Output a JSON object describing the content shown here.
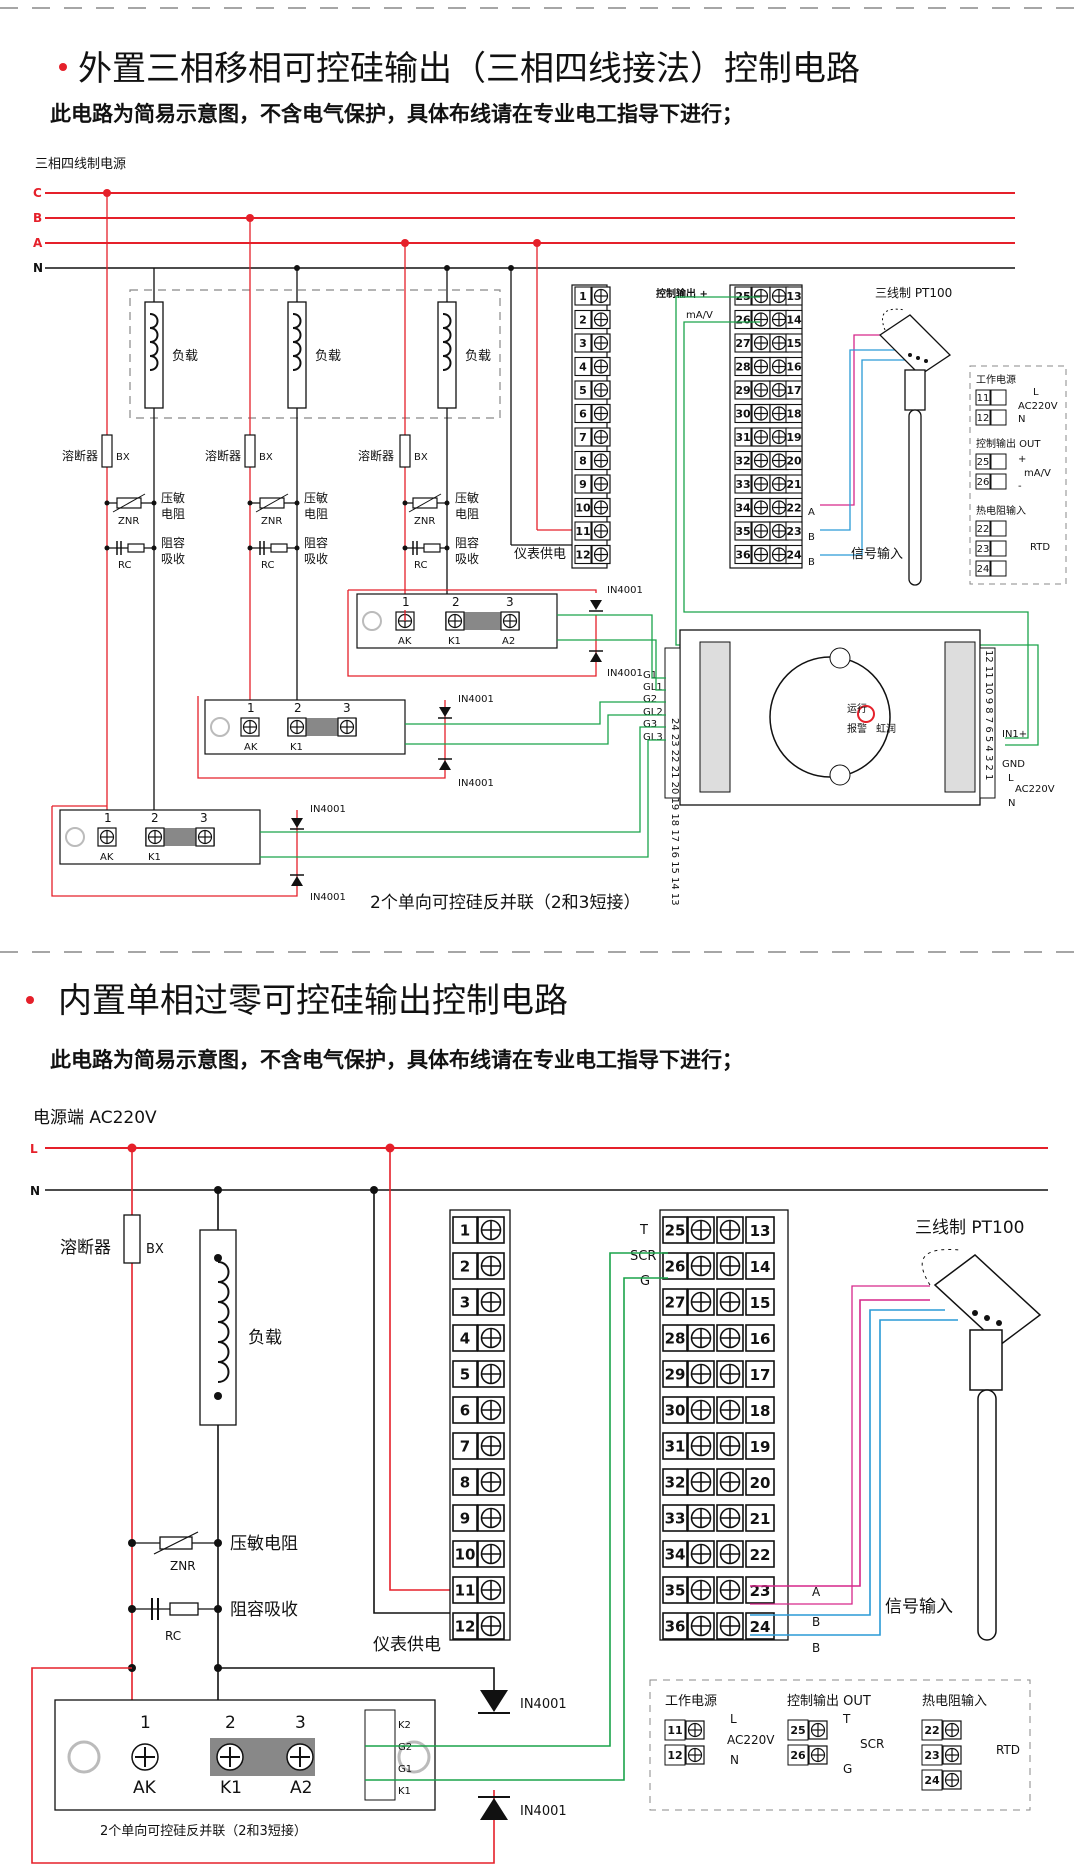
{
  "colors": {
    "red": "#e5202a",
    "green": "#1aa34a",
    "magenta": "#d6278a",
    "blue": "#2a9ad6",
    "dark": "#111111",
    "dash": "#888888"
  },
  "section1": {
    "title": "外置三相移相可控硅输出（三相四线接法）控制电路",
    "subtitle": "此电路为简易示意图，不含电气保护，具体布线请在专业电工指导下进行；",
    "source_label": "三相四线制电源",
    "phases": [
      "C",
      "B",
      "A",
      "N"
    ],
    "load": "负载",
    "fuse": "溶断器",
    "bx": "BX",
    "znr": "ZNR",
    "varistor": [
      "压敏",
      "电阻"
    ],
    "rc": "RC",
    "rc_absorb": [
      "阻容",
      "吸收"
    ],
    "diode": "IN4001",
    "meter_power": "仪表供电",
    "ctrl_out": "控制输出 +",
    "ma_v": "mA/V",
    "signal_in": "信号输入",
    "pt100": "三线制 PT100",
    "scr_terms": [
      "1",
      "2",
      "3"
    ],
    "scr_labels": [
      "AK",
      "K1",
      "A2"
    ],
    "scr_labels_b": [
      "AK",
      "K1"
    ],
    "scr_caption": "2个单向可控硅反并联（2和3短接）",
    "g_labels": [
      "G1",
      "GL1",
      "G2",
      "GL2",
      "G3",
      "GL3"
    ],
    "module_left": "24 23 22 21 20 19 18 17 16 15 14 13",
    "module_right": "12 11 10 9 8 7 6 5 4 3 2 1",
    "module_in": "IN1+",
    "module_gnd": "GND",
    "module_ac": "AC220V",
    "module_n": "N",
    "module_l": "L",
    "module_run": "运行",
    "module_alarm": "报警",
    "module_brand": "虹润",
    "abc": [
      "A",
      "B",
      "B"
    ],
    "legend": {
      "power_title": "工作电源",
      "power_l": "L",
      "power_ac": "AC220V",
      "power_n": "N",
      "ctrl_title": "控制输出 OUT",
      "ctrl_plus": "+",
      "ctrl_ma": "mA/V",
      "ctrl_minus": "-",
      "rtd_title": "热电阻输入",
      "rtd": "RTD"
    }
  },
  "section2": {
    "title": "内置单相过零可控硅输出控制电路",
    "subtitle": "此电路为简易示意图，不含电气保护，具体布线请在专业电工指导下进行；",
    "source_label": "电源端  AC220V",
    "phases": [
      "L",
      "N"
    ],
    "fuse": "溶断器",
    "bx": "BX",
    "load": "负载",
    "znr": "ZNR",
    "varistor": "压敏电阻",
    "rc": "RC",
    "rc_absorb": "阻容吸收",
    "meter_power": "仪表供电",
    "terms": [
      "T",
      "SCR",
      "G"
    ],
    "signal_in": "信号输入",
    "pt100": "三线制  PT100",
    "diode": "IN4001",
    "scr_terms": [
      "1",
      "2",
      "3"
    ],
    "scr_labels": [
      "AK",
      "K1",
      "A2"
    ],
    "k_labels": [
      "K2",
      "G2",
      "G1",
      "K1"
    ],
    "scr_caption": "2个单向可控硅反并联（2和3短接）",
    "abc": [
      "A",
      "B",
      "B"
    ],
    "legend": {
      "power_title": "工作电源",
      "power_l": "L",
      "power_ac": "AC220V",
      "power_n": "N",
      "ctrl_title": "控制输出 OUT",
      "ctrl_t": "T",
      "ctrl_scr": "SCR",
      "ctrl_g": "G",
      "rtd_title": "热电阻输入",
      "rtd": "RTD"
    }
  },
  "terminals_left": [
    "1",
    "2",
    "3",
    "4",
    "5",
    "6",
    "7",
    "8",
    "9",
    "10",
    "11",
    "12"
  ],
  "terminals_mid": [
    "25",
    "26",
    "27",
    "28",
    "29",
    "30",
    "31",
    "32",
    "33",
    "34",
    "35",
    "36"
  ],
  "terminals_right": [
    "13",
    "14",
    "15",
    "16",
    "17",
    "18",
    "19",
    "20",
    "21",
    "22",
    "23",
    "24"
  ]
}
